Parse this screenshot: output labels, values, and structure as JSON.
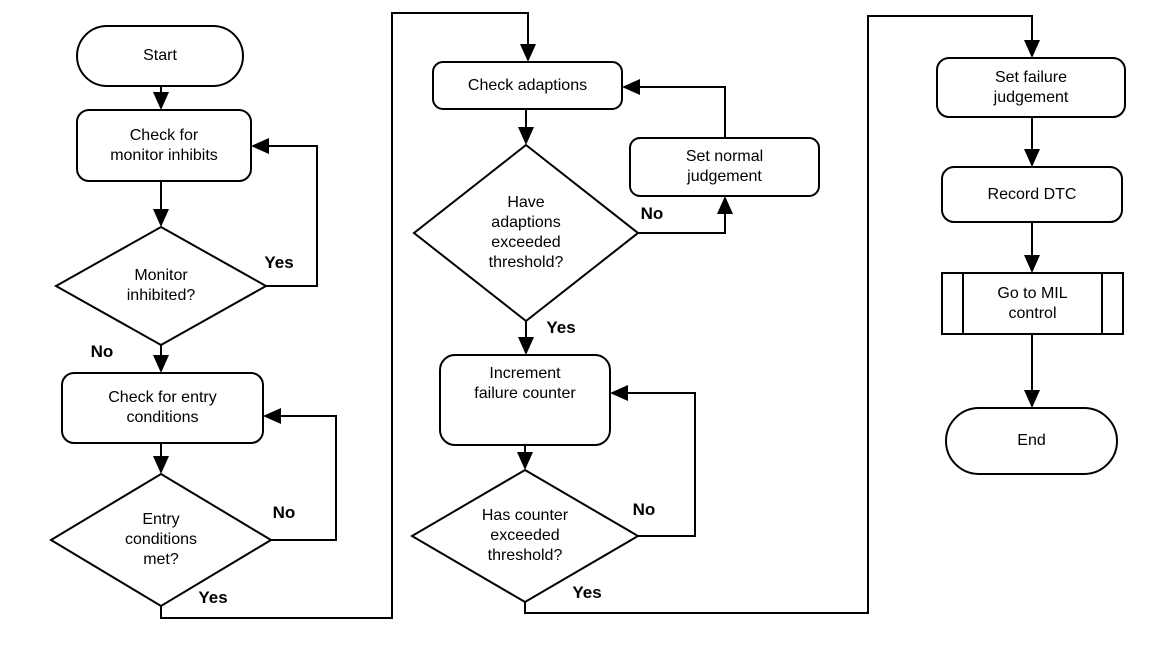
{
  "nodes": {
    "start": {
      "label": "Start",
      "type": "terminator"
    },
    "check_monitor_inhibits": {
      "label": "Check for\nmonitor inhibits",
      "type": "process"
    },
    "monitor_inhibited": {
      "label": "Monitor\ninhibited?",
      "type": "decision"
    },
    "check_entry_conditions": {
      "label": "Check for entry\nconditions",
      "type": "process"
    },
    "entry_conditions_met": {
      "label": "Entry\nconditions\nmet?",
      "type": "decision"
    },
    "check_adaptions": {
      "label": "Check adaptions",
      "type": "process"
    },
    "adaptions_exceeded_threshold": {
      "label": "Have\nadaptions\nexceeded\nthreshold?",
      "type": "decision"
    },
    "set_normal_judgement": {
      "label": "Set normal\njudgement",
      "type": "process"
    },
    "increment_failure_counter": {
      "label": "Increment\nfailure counter",
      "type": "process"
    },
    "counter_exceeded_threshold": {
      "label": "Has counter\nexceeded\nthreshold?",
      "type": "decision"
    },
    "set_failure_judgement": {
      "label": "Set failure\njudgement",
      "type": "process"
    },
    "record_dtc": {
      "label": "Record DTC",
      "type": "process"
    },
    "go_to_mil_control": {
      "label": "Go to MIL\ncontrol",
      "type": "predefined-process"
    },
    "end": {
      "label": "End",
      "type": "terminator"
    }
  },
  "edges": {
    "monitor_inhibited_yes": {
      "label": "Yes"
    },
    "monitor_inhibited_no": {
      "label": "No"
    },
    "entry_conditions_no": {
      "label": "No"
    },
    "entry_conditions_yes": {
      "label": "Yes"
    },
    "adaptions_no": {
      "label": "No"
    },
    "adaptions_yes": {
      "label": "Yes"
    },
    "counter_no": {
      "label": "No"
    },
    "counter_yes": {
      "label": "Yes"
    }
  },
  "colors": {
    "line": "#000000",
    "shape_fill": "#ffffff",
    "text": "#000000",
    "background": "#ffffff"
  }
}
